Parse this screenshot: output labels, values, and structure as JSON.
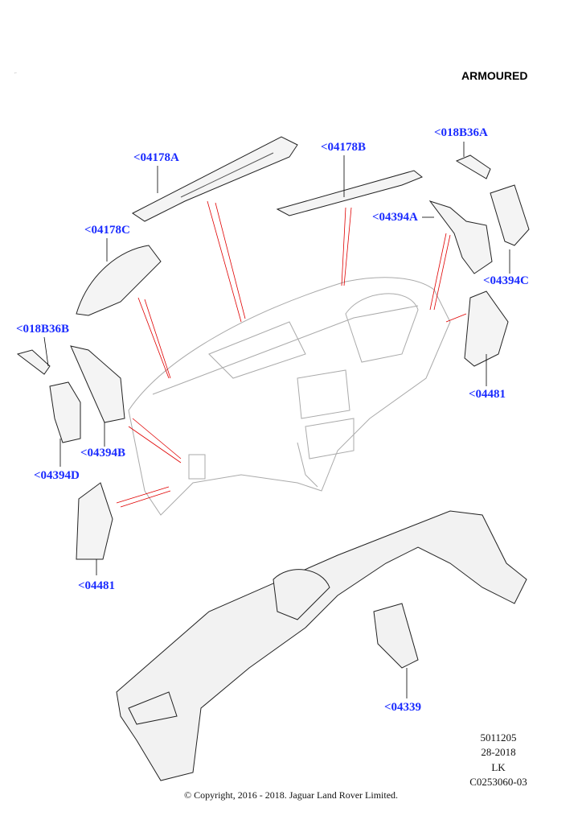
{
  "header": {
    "variant": "ARMOURED"
  },
  "callouts": [
    {
      "id": "04178A",
      "label": "<04178A"
    },
    {
      "id": "04178B",
      "label": "<04178B"
    },
    {
      "id": "018B36A",
      "label": "<018B36A"
    },
    {
      "id": "04178C",
      "label": "<04178C"
    },
    {
      "id": "04394A",
      "label": "<04394A"
    },
    {
      "id": "04394C",
      "label": "<04394C"
    },
    {
      "id": "018B36B",
      "label": "<018B36B"
    },
    {
      "id": "04481R",
      "label": "<04481"
    },
    {
      "id": "04394B",
      "label": "<04394B"
    },
    {
      "id": "04394D",
      "label": "<04394D"
    },
    {
      "id": "04481L",
      "label": "<04481"
    },
    {
      "id": "04339",
      "label": "<04339"
    }
  ],
  "footer": {
    "ref_number": "5011205",
    "date_code": "28-2018",
    "initials": "LK",
    "drawing_code": "C0253060-03",
    "copyright": "© Copyright, 2016 - 2018. Jaguar Land Rover Limited."
  },
  "colors": {
    "callout": "#1a2bff",
    "leader": "#e00000"
  }
}
